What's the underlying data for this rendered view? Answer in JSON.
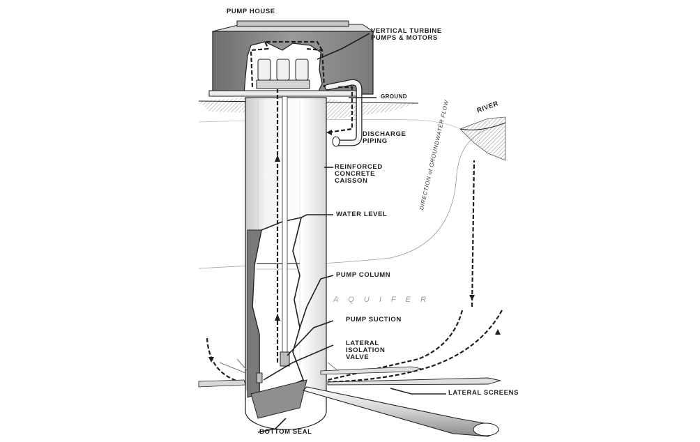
{
  "labels": {
    "pump_house": "PUMP HOUSE",
    "vertical_turbine": "VERTICAL TURBINE\nPUMPS & MOTORS",
    "ground": "GROUND",
    "river": "RIVER",
    "discharge_piping": "DISCHARGE\nPIPING",
    "caisson": "REINFORCED\nCONCRETE\nCAISSON",
    "water_level": "WATER LEVEL",
    "pump_column": "PUMP COLUMN",
    "aquifer": "AQUIFER",
    "pump_suction": "PUMP SUCTION",
    "lateral_valve": "LATERAL\nISOLATION\nVALVE",
    "lateral_screens": "LATERAL SCREENS",
    "bottom_seal": "BOTTOM SEAL",
    "groundwater_flow": "DIRECTION of GROUNDWATER FLOW"
  },
  "colors": {
    "ink": "#1e1e1e",
    "shade": "#8a8a8a",
    "light_shade": "#d6d6d6",
    "paper": "#ffffff"
  }
}
